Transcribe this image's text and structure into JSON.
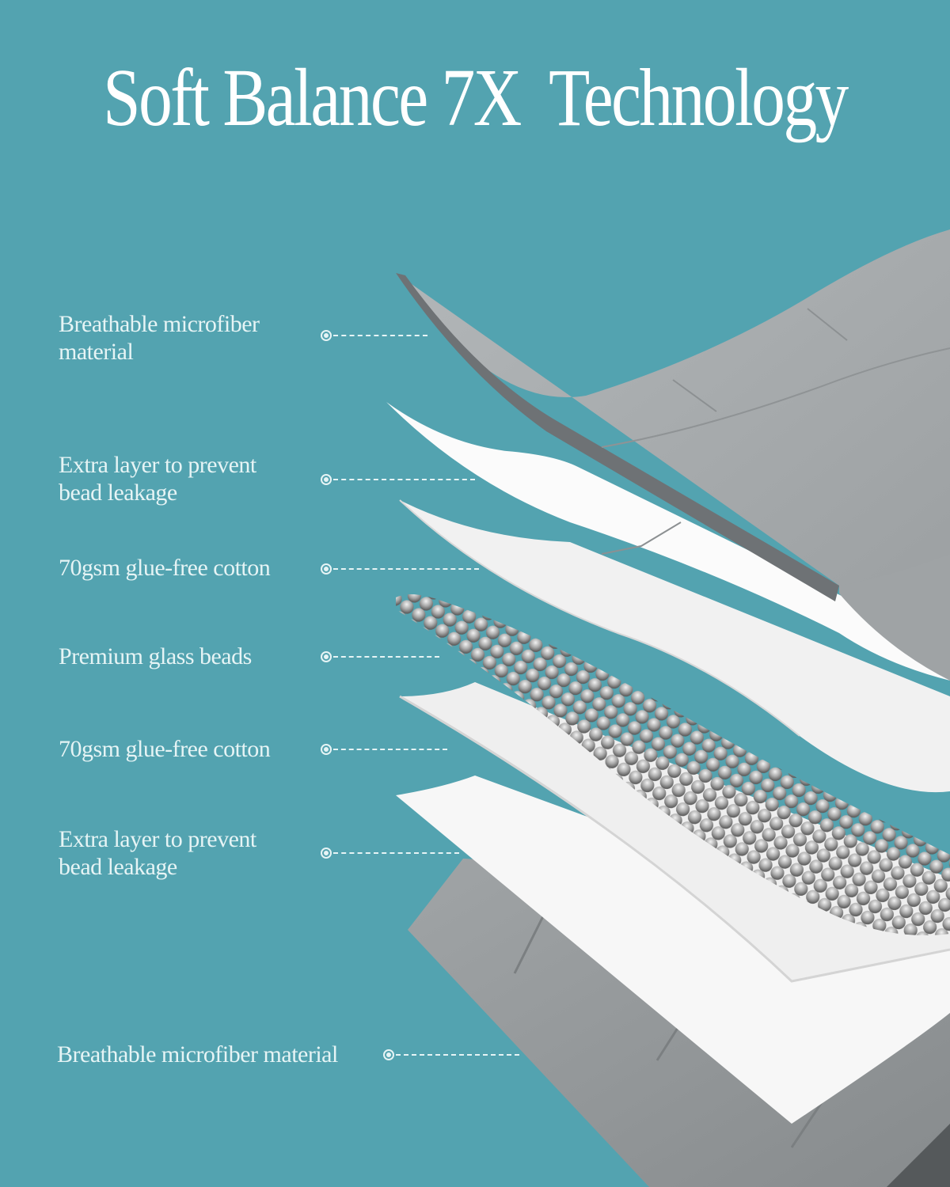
{
  "title": "Soft Balance 7X  Technology",
  "colors": {
    "background": "#53a3b0",
    "text": "#e6f4f5",
    "title": "#ffffff",
    "microfiber_dark": "#6e7275",
    "microfiber_light": "#a6aaac",
    "cotton": "#f4f4f4",
    "beads": "#9a9a9a"
  },
  "layers": [
    {
      "label_line1": "Breathable microfiber",
      "label_line2": "material",
      "icon": "target-dot-icon"
    },
    {
      "label_line1": "Extra layer to prevent",
      "label_line2": "bead leakage",
      "icon": "target-dot-icon"
    },
    {
      "label_line1": "70gsm glue-free cotton",
      "icon": "target-dot-icon"
    },
    {
      "label_line1": "Premium glass beads",
      "icon": "target-dot-icon"
    },
    {
      "label_line1": "70gsm glue-free cotton",
      "icon": "target-dot-icon"
    },
    {
      "label_line1": "Extra layer to prevent",
      "label_line2": "bead leakage",
      "icon": "target-dot-icon"
    },
    {
      "label_line1": "Breathable microfiber material",
      "icon": "target-dot-icon"
    }
  ]
}
